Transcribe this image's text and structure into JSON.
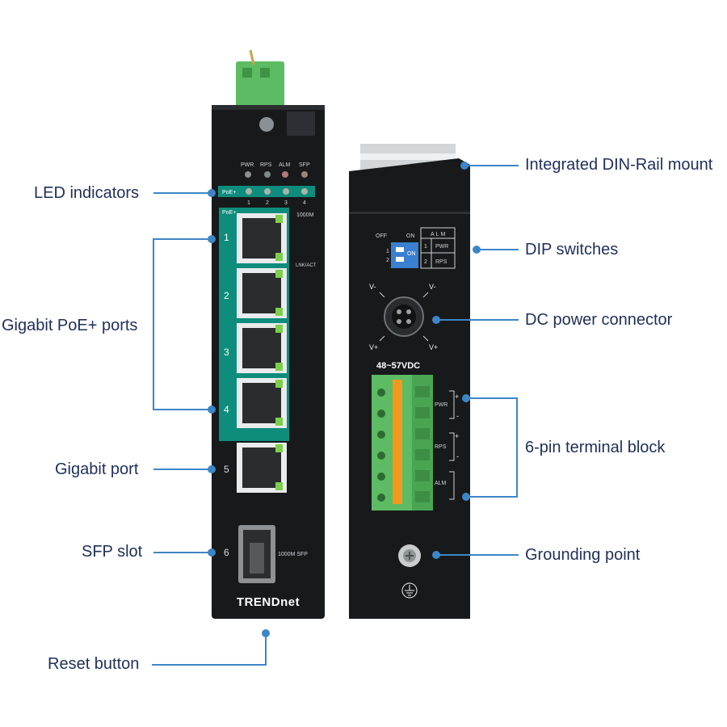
{
  "callouts": {
    "led_indicators": "LED indicators",
    "gigabit_poe_ports": "Gigabit PoE+ ports",
    "gigabit_port": "Gigabit port",
    "sfp_slot": "SFP slot",
    "reset_button": "Reset button",
    "din_rail_mount": "Integrated DIN-Rail mount",
    "dip_switches": "DIP switches",
    "dc_power_connector": "DC power connector",
    "terminal_block": "6-pin terminal block",
    "grounding_point": "Grounding point"
  },
  "front_panel": {
    "led_labels": [
      "PWR",
      "RPS",
      "ALM",
      "SFP"
    ],
    "poe_label": "PoE+",
    "poe_port_nums": [
      "1",
      "2",
      "3",
      "4"
    ],
    "port_group_label": "PoE+",
    "speed_label": "1000M",
    "link_label": "LNK/ACT",
    "ports": [
      "1",
      "2",
      "3",
      "4",
      "5",
      "6"
    ],
    "sfp_label": "1000M SFP",
    "brand": "TRENDnet"
  },
  "back_panel": {
    "dip_off": "OFF",
    "dip_on": "ON",
    "dip_on_vertical": "ON",
    "dip_nums": [
      "1",
      "2"
    ],
    "alm_header": "ALM",
    "alm_rows": [
      {
        "num": "1",
        "label": "PWR"
      },
      {
        "num": "2",
        "label": "RPS"
      }
    ],
    "polarity": {
      "v_minus": "V-",
      "v_plus": "V+"
    },
    "voltage": "48~57VDC",
    "terminal_labels": [
      "PWR",
      "RPS",
      "ALM"
    ],
    "plus": "+",
    "minus": "-"
  },
  "colors": {
    "callout_text": "#1f2f5a",
    "leader_line": "#3d86c6",
    "device_body": "#17191b",
    "poe_band": "#0e8c7c",
    "terminal_green": "#5dbb63",
    "terminal_orange": "#f39a1e"
  }
}
